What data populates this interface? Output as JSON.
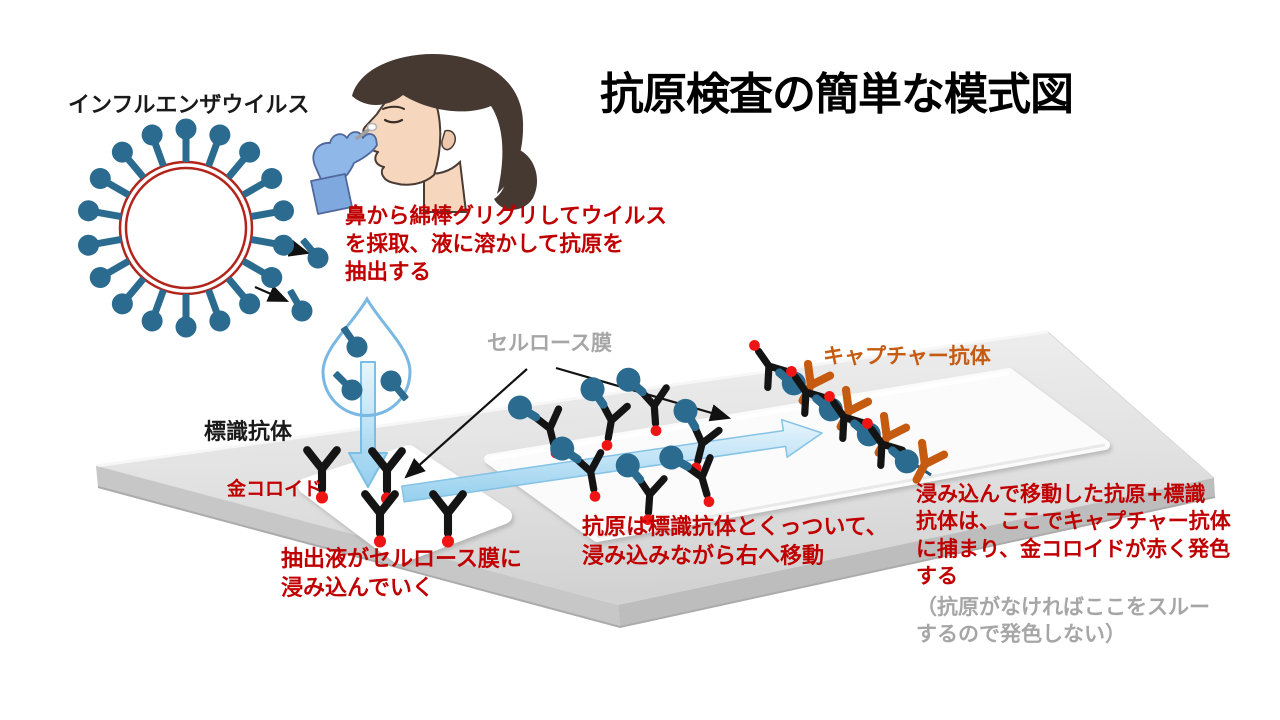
{
  "title": "抗原検査の簡単な模式図",
  "labels": {
    "influenza_virus": "インフルエンザウイルス",
    "cellulose_membrane": "セルロース膜",
    "labeled_antibody": "標識抗体",
    "gold_colloid": "金コロイド",
    "capture_antibody": "キャプチャー抗体"
  },
  "annotations": {
    "swab_step": {
      "lines": [
        "鼻から綿棒グリグリしてウイルス",
        "を採取、液に溶かして抗原を",
        "抽出する"
      ]
    },
    "absorb_step": {
      "lines": [
        "抽出液がセルロース膜に",
        "浸み込んでいく"
      ]
    },
    "migrate_step": {
      "lines": [
        "抗原は標識抗体とくっついて、",
        "浸み込みながら右へ移動"
      ]
    },
    "capture_step": {
      "lines": [
        "浸み込んで移動した抗原+標識",
        "抗体は、ここでキャプチャー抗体",
        "に捕まり、金コロイドが赤く発色",
        "する"
      ]
    },
    "no_antigen_note": {
      "lines": [
        "（抗原がなければここをスルー",
        "するので発色しない）"
      ]
    }
  },
  "colors": {
    "annotation_red": "#c00000",
    "note_gray": "#a6a6a6",
    "capture_orange": "#c55a11",
    "antigen_blue": "#2a6b8f",
    "virus_ring_red": "#b2251c",
    "gold_colloid_dot": "#f01515",
    "flow_arrow_blue": "#8fcdee",
    "strip_gray": "#d9d9d9"
  }
}
